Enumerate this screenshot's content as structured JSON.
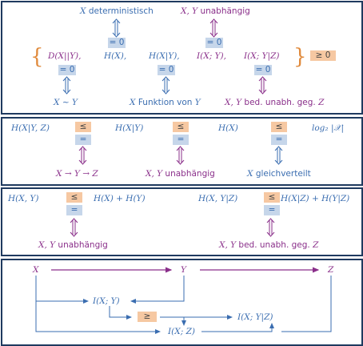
{
  "panel1": {
    "top_left": "X deterministisch",
    "top_right": "X, Y unabhängig",
    "eq1": "= 0",
    "eq2": "= 0",
    "eq3": "= 0",
    "eq4": "= 0",
    "eq5": "= 0",
    "terms": [
      "D(X||Y),",
      "H(X),",
      "H(X|Y),",
      "I(X; Y),",
      "I(X; Y|Z)"
    ],
    "geq": "≥ 0",
    "bottom_left": "X ∼ Y",
    "bottom_mid": "X Funktion von Y",
    "bottom_right": "X, Y bed. unabh. geg. Z"
  },
  "panel2": {
    "terms": [
      "H(X|Y, Z)",
      "H(X|Y)",
      "H(X)",
      "log₂ |𝒳|"
    ],
    "le": "≤",
    "eq": "=",
    "conds": [
      "X → Y → Z",
      "X, Y unabhängig",
      "X gleichverteilt"
    ]
  },
  "panel3": {
    "left_lhs": "H(X, Y)",
    "left_rhs": "H(X) + H(Y)",
    "right_lhs": "H(X, Y|Z)",
    "right_rhs": "H(X|Z) + H(Y|Z)",
    "le": "≤",
    "eq": "=",
    "left_cond": "X, Y unabhängig",
    "right_cond": "X, Y bed. unabh. geg. Z"
  },
  "panel4": {
    "x": "X",
    "y": "Y",
    "z": "Z",
    "ixy": "I(X; Y)",
    "ixyz": "I(X; Y|Z)",
    "ixz": "I(X; Z)",
    "geq": "≥"
  },
  "colors": {
    "blue": "#3a6db0",
    "purple": "#8a2f8a",
    "orange": "#e08a3c",
    "border": "#1f3a5f"
  }
}
